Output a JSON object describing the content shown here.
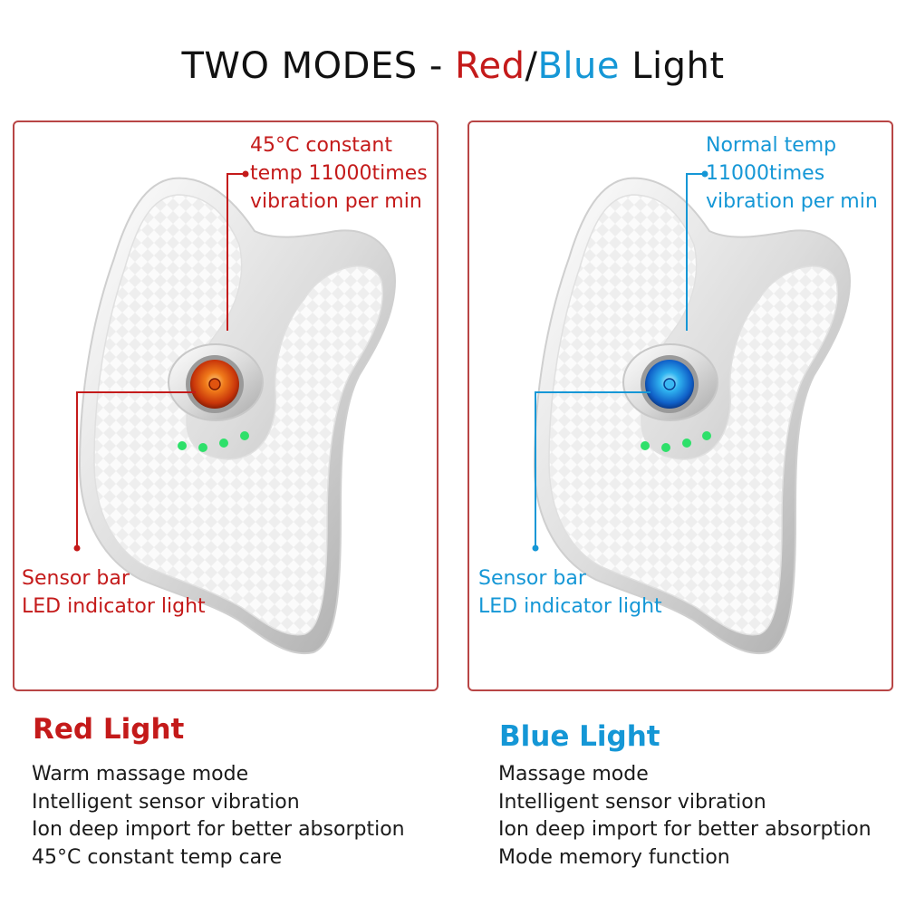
{
  "title": {
    "prefix": "TWO MODES - ",
    "red_word": "Red",
    "slash": "/",
    "blue_word": "Blue",
    "suffix": " Light"
  },
  "colors": {
    "red": "#c41a1a",
    "blue": "#1597d6",
    "panel_border": "#b84545",
    "led_green": "#2ee06a"
  },
  "red_panel": {
    "top_callout": [
      "45°C constant",
      "temp 11000times",
      "vibration per min"
    ],
    "bottom_callout": [
      "Sensor bar",
      "LED indicator light"
    ],
    "button_icon": "red-light-button-icon"
  },
  "blue_panel": {
    "top_callout": [
      "Normal temp",
      "11000times",
      "vibration per min"
    ],
    "bottom_callout": [
      "Sensor bar",
      "LED indicator light"
    ],
    "button_icon": "blue-light-button-icon"
  },
  "red_mode": {
    "title": "Red Light",
    "features": [
      "Warm massage mode",
      "Intelligent sensor vibration",
      "Ion deep import for better absorption",
      "45°C constant temp care"
    ]
  },
  "blue_mode": {
    "title": "Blue Light",
    "features": [
      "Massage mode",
      "Intelligent sensor vibration",
      "Ion deep import for better absorption",
      "Mode memory function"
    ]
  }
}
